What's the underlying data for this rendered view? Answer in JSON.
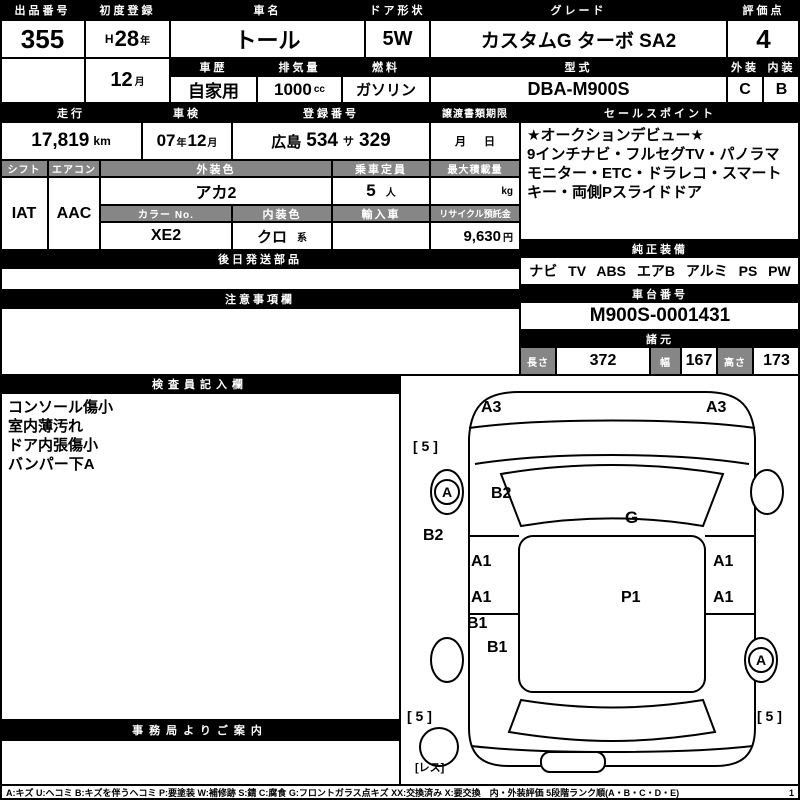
{
  "top": {
    "auction_no_label": "出品番号",
    "auction_no": "355",
    "first_reg_label": "初度登録",
    "first_reg_era": "H",
    "first_reg_year": "28",
    "first_reg_year_unit": "年",
    "first_reg_month": "12",
    "first_reg_month_unit": "月",
    "car_name_label": "車名",
    "car_name": "トール",
    "door_label": "ドア形状",
    "door": "5W",
    "grade_label": "グレード",
    "grade": "カスタムG ターボ SA2",
    "score_label": "評価点",
    "score": "4",
    "history_label": "車歴",
    "history": "自家用",
    "displacement_label": "排気量",
    "displacement": "1000",
    "displacement_unit": "cc",
    "fuel_label": "燃料",
    "fuel": "ガソリン",
    "model_label": "型式",
    "model": "DBA-M900S",
    "exterior_label": "外装",
    "exterior": "C",
    "interior_label": "内装",
    "interior": "B"
  },
  "reg": {
    "mileage_label": "走行",
    "mileage": "17,819",
    "mileage_unit": "km",
    "shaken_label": "車検",
    "shaken_year": "07",
    "shaken_year_unit": "年",
    "shaken_month": "12",
    "shaken_month_unit": "月",
    "regno_label": "登録番号",
    "regno_area": "広島",
    "regno_class": "534",
    "regno_kana": "サ",
    "regno_number": "329",
    "transfer_label": "譲渡書類期限",
    "transfer_month_unit": "月",
    "transfer_day_unit": "日",
    "sales_label": "セールスポイント",
    "sales_title": "★オークションデビュー★",
    "sales_body": "9インチナビ・フルセグTV・パノラマモニター・ETC・ドラレコ・スマートキー・両側Pスライドドア"
  },
  "spec": {
    "shift_label": "シフト",
    "shift": "IAT",
    "aircon_label": "エアコン",
    "aircon": "AAC",
    "ext_color_label": "外装色",
    "ext_color": "アカ2",
    "capacity_label": "乗車定員",
    "capacity": "5",
    "capacity_unit": "人",
    "max_load_label": "最大積載量",
    "max_load_unit": "kg",
    "color_no_label": "カラー No.",
    "color_no": "XE2",
    "int_color_label": "内装色",
    "int_color": "クロ",
    "int_color_suffix": "系",
    "import_label": "輸入車",
    "recycle_label": "リサイクル預託金",
    "recycle": "9,630",
    "recycle_unit": "円",
    "later_parts_label": "後日発送部品",
    "caution_label": "注意事項欄"
  },
  "right": {
    "equipment_label": "純正装備",
    "equipment": "ナビ TV ABS エアB アルミ PS PW",
    "chassis_label": "車台番号",
    "chassis": "M900S-0001431",
    "dims_label": "諸元",
    "length_label": "長さ",
    "length": "372",
    "width_label": "幅",
    "width": "167",
    "height_label": "高さ",
    "height": "173"
  },
  "inspect": {
    "label": "検査員記入欄",
    "notes": [
      "コンソール傷小",
      "室内薄汚れ",
      "ドア内張傷小",
      "バンパー下A"
    ],
    "office_label": "事務局よりご案内"
  },
  "diagram": {
    "a3_front_left": "A3",
    "a3_front_right": "A3",
    "tire_front_left": "[ 5 ]",
    "tire_rear_left": "[ 5 ]",
    "tire_rear_right": "[ 5 ]",
    "wheel_front_left": "A",
    "wheel_rear_right": "A",
    "b2_front": "B2",
    "b2_side": "B2",
    "glass": "G",
    "a1_left_front": "A1",
    "a1_right_front": "A1",
    "a1_left_rear": "A1",
    "a1_right_rear": "A1",
    "p1_roof": "P1",
    "b1_upper": "B1",
    "b1_lower": "B1",
    "spare": "[レス]"
  },
  "legend": {
    "text": "A:キズ U:ヘコミ B:キズを伴うヘコミ P:要塗装 W:補修跡 S:錆 C:腐食 G:フロントガラス点キズ XX:交換済み X:要交換　内・外装評価 5段階ランク順(A・B・C・D・E)",
    "page": "1"
  }
}
